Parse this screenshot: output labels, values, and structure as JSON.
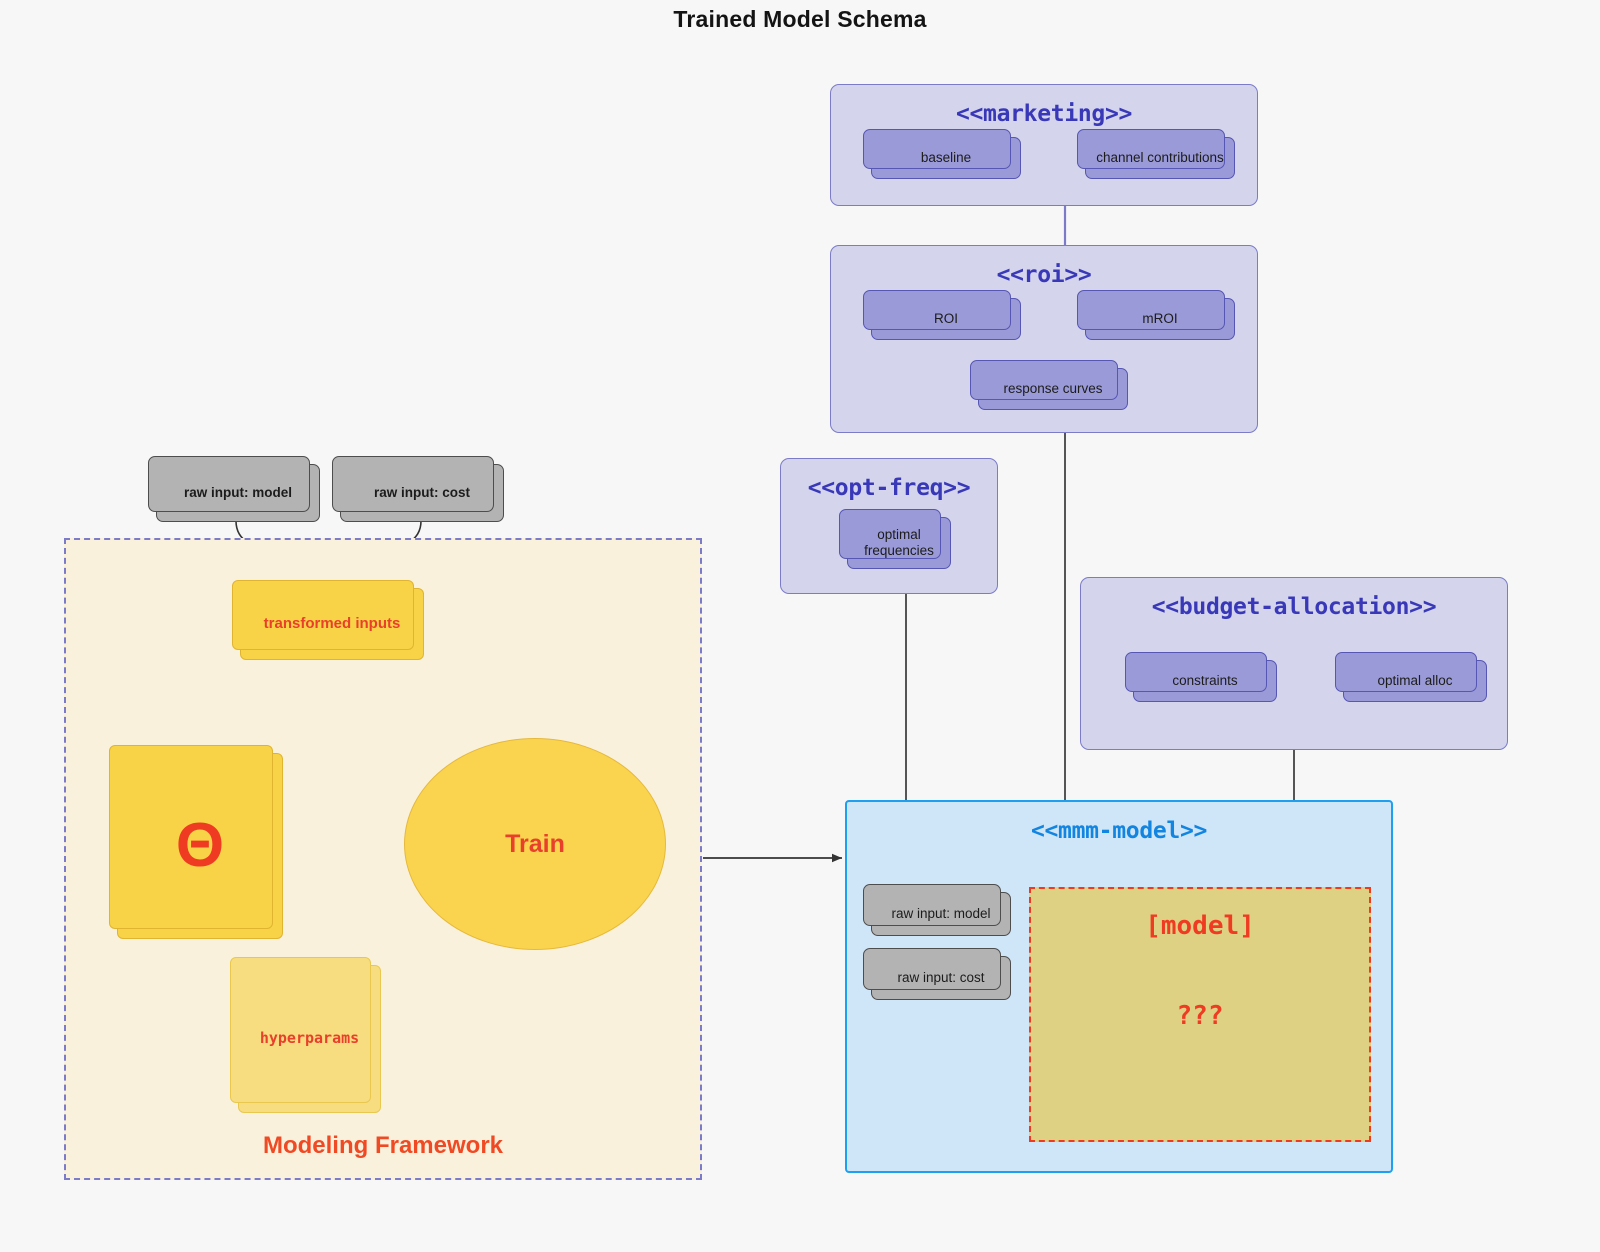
{
  "title": "Trained Model Schema",
  "packages": {
    "marketing": {
      "label": "<<marketing>>",
      "cards": [
        {
          "label": "baseline"
        },
        {
          "label": "channel contributions"
        }
      ]
    },
    "roi": {
      "label": "<<roi>>",
      "cards": [
        {
          "label": "ROI"
        },
        {
          "label": "mROI"
        },
        {
          "label": "response curves"
        }
      ]
    },
    "opt_freq": {
      "label": "<<opt-freq>>",
      "cards": [
        {
          "label": "optimal frequencies"
        }
      ]
    },
    "budget_allocation": {
      "label": "<<budget-allocation>>",
      "cards": [
        {
          "label": "constraints"
        },
        {
          "label": "optimal alloc"
        }
      ]
    },
    "mmm_model": {
      "label": "<<mmm-model>>",
      "cards": [
        {
          "label": "raw input: model"
        },
        {
          "label": "raw input: cost"
        }
      ],
      "model_panel": {
        "line1": "[model]",
        "line2": "???"
      }
    }
  },
  "framework": {
    "label": "Modeling Framework",
    "raw_inputs": [
      {
        "label": "raw input: model"
      },
      {
        "label": "raw input: cost"
      }
    ],
    "transformed_inputs": "transformed inputs",
    "theta": "Θ",
    "hyperparams": "hyperparams",
    "train": "Train"
  },
  "colors": {
    "background": "#f7f7f7",
    "package_fill": "#d4d4ec",
    "package_stroke": "#7b7bc9",
    "card_fill": "#9a9ad8",
    "card_stroke": "#5656b4",
    "blue_fill": "#cfe5f8",
    "blue_stroke": "#1ea0f0",
    "blue_text": "#1285e0",
    "purple_text": "#3838b8",
    "yellow_fill": "#f8d347",
    "yellow_pale": "#f7dd80",
    "ellipse_fill": "#fad44f",
    "framework_fill": "#faf1dd",
    "red_accent": "#ef3b22",
    "grey_card": "#b3b3b3",
    "model_panel_fill": "#dfd183"
  }
}
